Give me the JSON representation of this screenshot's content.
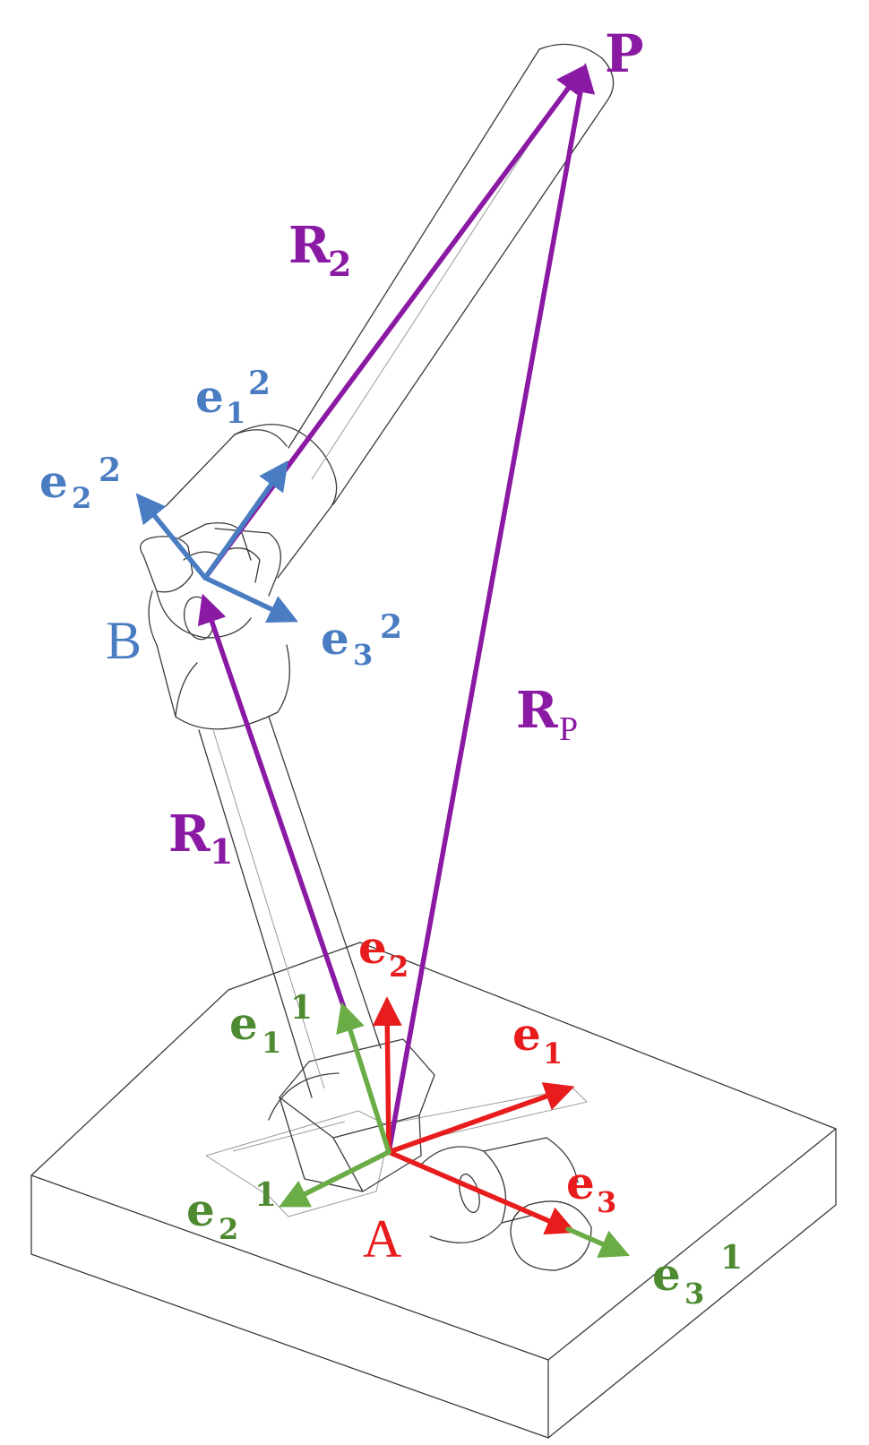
{
  "colors": {
    "purple": "#8a19a3",
    "blue": "#4a7cc2",
    "red": "#e81c1c",
    "green": "#6aac46",
    "green_text": "#4e8a31",
    "line": "#3a3a3a"
  },
  "labels": {
    "P": "P",
    "R2_main": "R",
    "R2_sub": "2",
    "Rp_main": "R",
    "Rp_sub": "P",
    "R1_main": "R",
    "R1_sub": "1",
    "B": "B",
    "A": "A",
    "e12_main": "e",
    "e12_sub": "1",
    "e12_sup": "2",
    "e22_main": "e",
    "e22_sub": "2",
    "e22_sup": "2",
    "e32_main": "e",
    "e32_sub": "3",
    "e32_sup": "2",
    "e2_main": "e",
    "e2_sub": "2",
    "e1_main": "e",
    "e1_sub": "1",
    "e3_main": "e",
    "e3_sub": "3",
    "e11_main": "e",
    "e11_sub": "1",
    "e11_sup": "1",
    "e21_main": "e",
    "e21_sub": "2",
    "e21_sup": "1",
    "e31_main": "e",
    "e31_sub": "3",
    "e31_sup": "1"
  }
}
